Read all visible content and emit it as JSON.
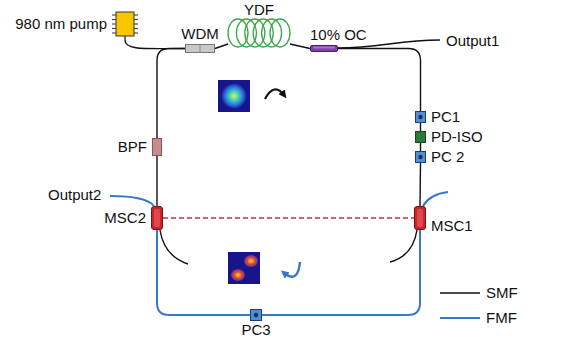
{
  "diagram": {
    "nodes": [
      {
        "text": [
          "980 nm pump"
        ]
      },
      {
        "text": [
          "WDM"
        ]
      },
      {
        "text": [
          "YDF"
        ]
      },
      {
        "text": [
          "10% OC"
        ]
      },
      {
        "text": [
          "PC1"
        ]
      },
      {
        "text": [
          "PD-ISO"
        ]
      },
      {
        "text": [
          "PC 2"
        ]
      },
      {
        "text": [
          "MSC1"
        ]
      },
      {
        "text": [
          "PC3"
        ]
      },
      {
        "text": [
          "MSC2"
        ]
      },
      {
        "text": [
          "BPF"
        ]
      }
    ],
    "edges": [
      {
        "from": 0,
        "to": 1,
        "arrow": "none"
      },
      {
        "from": 1,
        "to": 2,
        "arrow": "none"
      },
      {
        "from": 2,
        "to": 3,
        "arrow": "none"
      },
      {
        "from": 3,
        "to": 4,
        "arrow": "none"
      },
      {
        "from": 4,
        "to": 5,
        "arrow": "none"
      },
      {
        "from": 5,
        "to": 6,
        "arrow": "none"
      },
      {
        "from": 6,
        "to": 7,
        "arrow": "none"
      },
      {
        "from": 7,
        "to": 8,
        "arrow": "none"
      },
      {
        "from": 8,
        "to": 9,
        "arrow": "none"
      },
      {
        "from": 9,
        "to": 10,
        "arrow": "none"
      },
      {
        "from": 10,
        "to": 1,
        "arrow": "none"
      }
    ],
    "labels": [
      "Output1",
      "Output2"
    ],
    "legend": [
      {
        "text": "SMF"
      },
      {
        "text": "FMF"
      }
    ]
  }
}
